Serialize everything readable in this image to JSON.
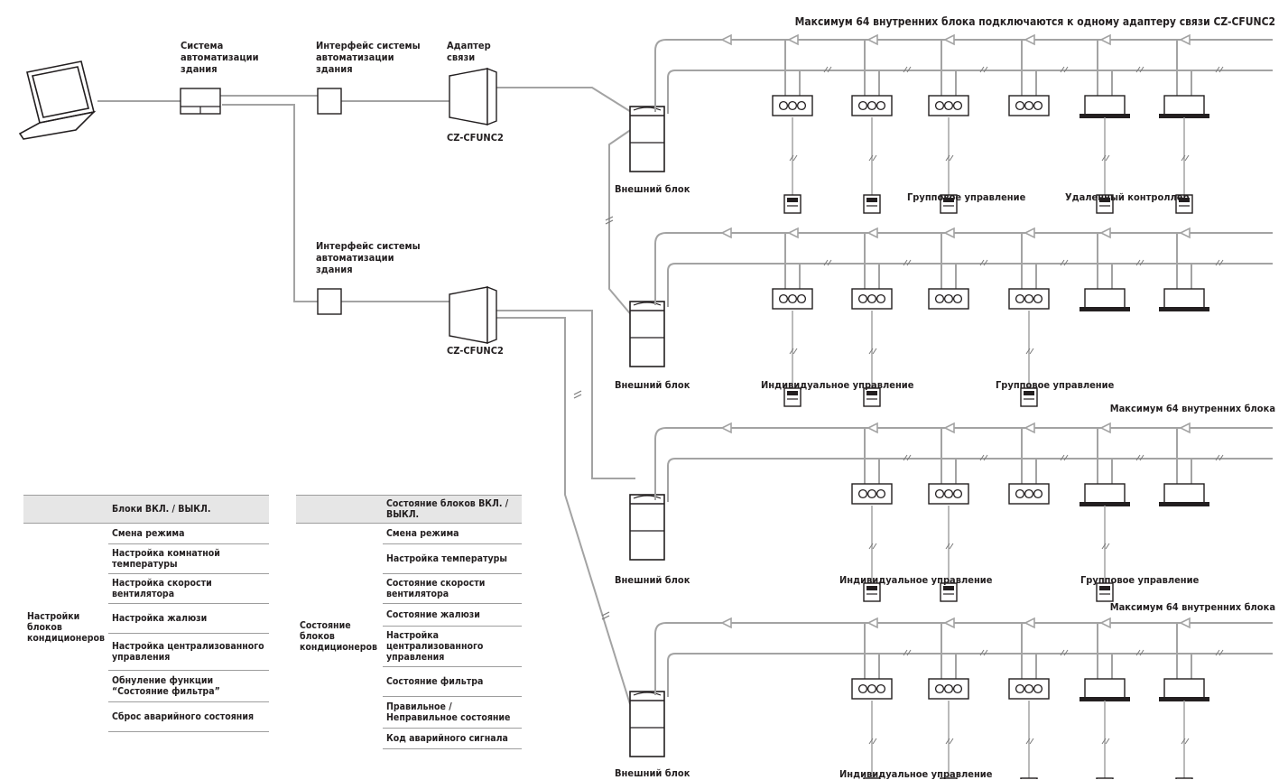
{
  "labels": {
    "bas": "Система\nавтоматизации\nздания",
    "bas_interface_1": "Интерфейс системы\nавтоматизации\nздания",
    "bas_interface_2": "Интерфейс системы\nавтоматизации\nздания",
    "adapter": "Адаптер\nсвязи",
    "adapter_model_1": "CZ-CFUNC2",
    "adapter_model_2": "CZ-CFUNC2",
    "outdoor_1": "Внешний блок",
    "outdoor_2": "Внешний блок",
    "outdoor_3": "Внешний блок",
    "outdoor_4": "Внешний блок",
    "top_note": "Максимум 64 внутренних блока подключаются к одному адаптеру связи CZ-CFUNC2",
    "max_note_1": "Максимум 64 внутренних блока",
    "max_note_2": "Максимум 64 внутренних блока",
    "row1_group": "Групповое управление",
    "row1_remote": "Удаленный контроллер",
    "row2_individual": "Индивидуальное управление",
    "row2_group": "Групповое управление",
    "row3_individual": "Индивидуальное управление",
    "row3_group": "Групповое управление",
    "row4_individual": "Индивидуальное управление"
  },
  "table_left": {
    "header": "Блоки ВКЛ. / ВЫКЛ.",
    "category": "Настройки\nблоков\nкондиционеров",
    "items": [
      "Смена режима",
      "Настройка комнатной\nтемпературы",
      "Настройка скорости\nвентилятора",
      "Настройка жалюзи",
      "Настройка централизованного\nуправления",
      "Обнуление функции\n“Состояние фильтра”",
      "Сброс аварийного состояния"
    ]
  },
  "table_right": {
    "header": "Состояние блоков ВКЛ. /\nВЫКЛ.",
    "category": "Состояние\nблоков\nкондиционеров",
    "items": [
      "Смена режима",
      "Настройка температуры",
      "Состояние скорости\nвентилятора",
      "Состояние жалюзи",
      "Настройка\nцентрализованного\nуправления",
      "Состояние фильтра",
      "Правильное /\nНеправильное состояние",
      "Код аварийного сигнала"
    ]
  }
}
